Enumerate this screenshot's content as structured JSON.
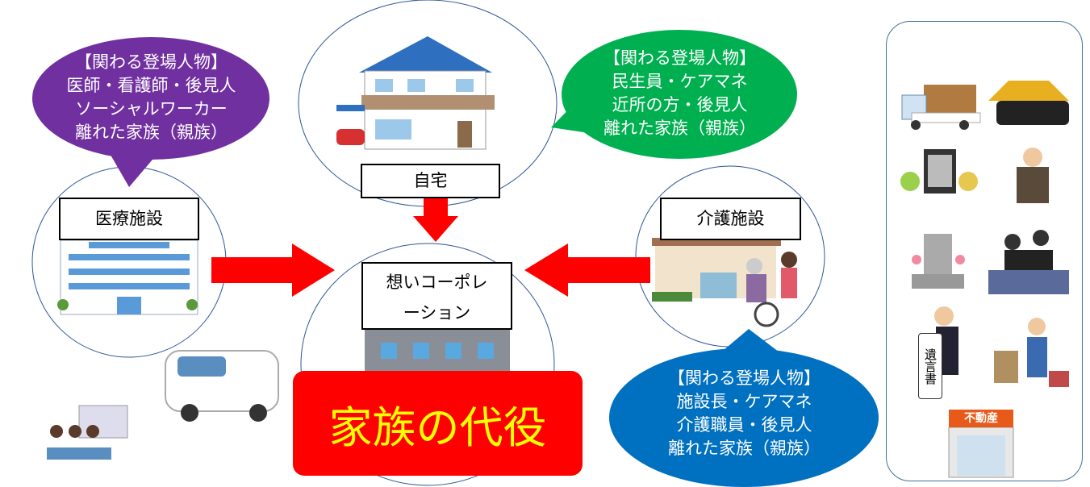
{
  "bubbles": {
    "medical": {
      "lines": [
        "【関わる登場人物】",
        "医師・看護師・後見人",
        "ソーシャルワーカー",
        "離れた家族（親族）"
      ],
      "color": "#7030a0"
    },
    "home": {
      "lines": [
        "【関わる登場人物】",
        "民生員・ケアマネ",
        "近所の方・後見人",
        "離れた家族（親族）"
      ],
      "color": "#00b050"
    },
    "care": {
      "lines": [
        "【関わる登場人物】",
        "施設長・ケアマネ",
        "介護職員・後見人",
        "離れた家族（親族）"
      ],
      "color": "#0070c0"
    }
  },
  "labels": {
    "medical": "医療施設",
    "home": "自宅",
    "care": "介護施設",
    "company": "想いコーポレーション"
  },
  "center": {
    "text": "家族の代役",
    "bg": "#ff0000",
    "fg": "#ffff00"
  },
  "panel": {
    "will_tag": "遺言書",
    "realestate_sign": "不動産"
  },
  "arrow_color": "#ff0000"
}
